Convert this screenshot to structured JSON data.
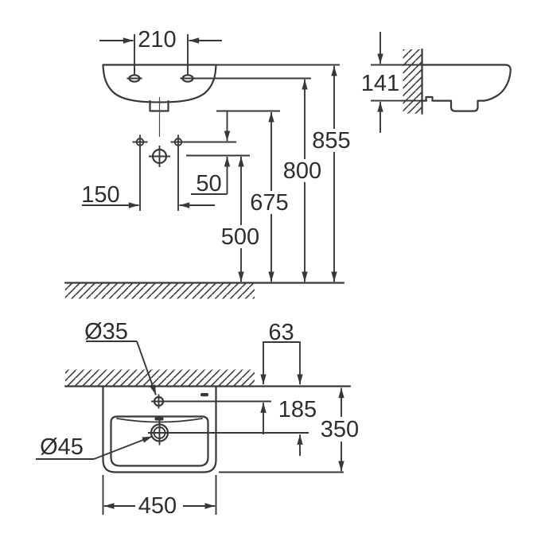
{
  "drawing": {
    "kind": "technical-dimension-drawing",
    "subject": "wall-hung hand-rinse washbasin, three orthographic views",
    "unit": "mm",
    "colors": {
      "line": "#383838",
      "text": "#2e2e2e",
      "background": "#ffffff"
    }
  },
  "views": {
    "front": {
      "name": "front elevation",
      "labels": [
        "210",
        "150",
        "50",
        "500",
        "675",
        "800",
        "855"
      ]
    },
    "side": {
      "name": "side profile on wall",
      "labels": [
        "141"
      ]
    },
    "plan": {
      "name": "top view",
      "labels": [
        "Ø35",
        "63",
        "185",
        "350",
        "Ø45",
        "450"
      ]
    }
  },
  "dims": {
    "d210": "210",
    "d150": "150",
    "d50": "50",
    "d500": "500",
    "d675": "675",
    "d800": "800",
    "d855": "855",
    "d141": "141",
    "d35": "Ø35",
    "d63": "63",
    "d185": "185",
    "d350": "350",
    "d45": "Ø45",
    "d450": "450"
  }
}
